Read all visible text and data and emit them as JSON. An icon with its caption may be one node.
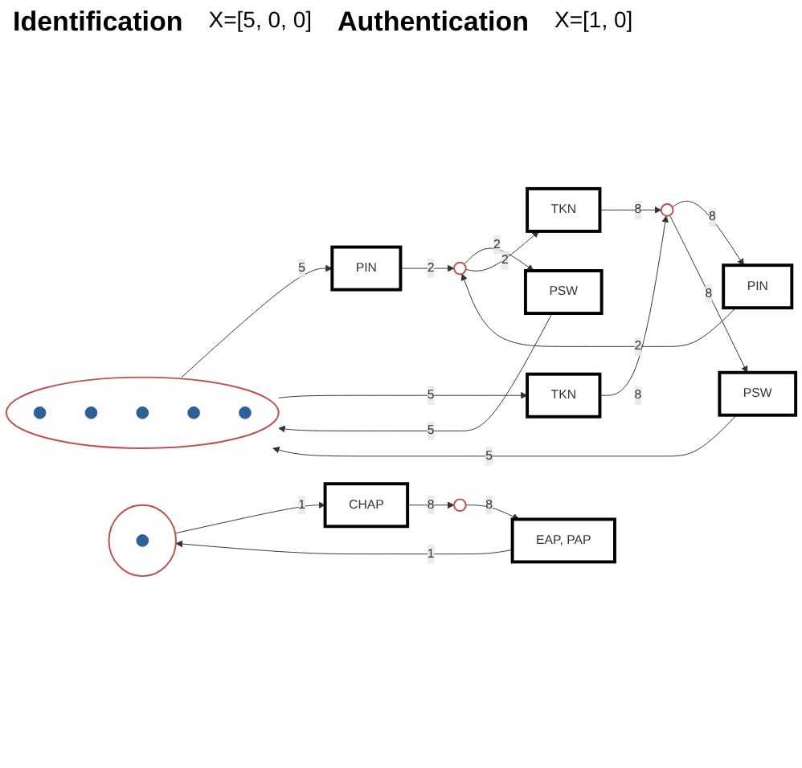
{
  "diagram": {
    "nodes": [
      {
        "text": [],
        "shape": "circle"
      },
      {
        "text": [],
        "shape": "circle",
        "in": 0
      },
      {
        "text": [],
        "shape": "circle",
        "in": 0
      },
      {
        "text": [],
        "shape": "circle",
        "in": 0
      },
      {
        "text": [],
        "shape": "circle",
        "in": 0
      },
      {
        "text": [],
        "shape": "circle",
        "in": 0
      },
      {
        "text": [
          "PSW"
        ]
      },
      {
        "text": [],
        "shape": "circle"
      },
      {
        "text": [
          "PIN"
        ]
      },
      {
        "text": [],
        "shape": "circle"
      },
      {
        "text": [
          "PIN"
        ]
      },
      {
        "text": [
          "TKN"
        ]
      },
      {
        "text": [
          "TKN"
        ]
      },
      {
        "text": [
          "PSW"
        ]
      },
      {
        "text": [],
        "shape": "circle"
      },
      {
        "text": [],
        "shape": "circle",
        "in": 14
      },
      {
        "text": [
          "EAP, PAP"
        ]
      },
      {
        "text": [],
        "shape": "circle"
      },
      {
        "text": [
          "CHAP"
        ]
      }
    ],
    "edges": [
      {
        "from": 7,
        "to": 6,
        "arrow": "to",
        "label": "2"
      },
      {
        "from": 6,
        "to": 0,
        "arrow": "to",
        "label": "5"
      },
      {
        "from": 9,
        "to": 8,
        "arrow": "to",
        "label": "8"
      },
      {
        "from": 8,
        "to": 7,
        "arrow": "to",
        "label": "2"
      },
      {
        "from": 0,
        "to": 10,
        "arrow": "to",
        "label": "5"
      },
      {
        "from": 10,
        "to": 7,
        "arrow": "to",
        "label": "2"
      },
      {
        "from": 7,
        "to": 11,
        "arrow": "to",
        "label": "2"
      },
      {
        "from": 11,
        "to": 9,
        "arrow": "to",
        "label": "8"
      },
      {
        "from": 0,
        "to": 12,
        "arrow": "to",
        "label": "5"
      },
      {
        "from": 12,
        "to": 9,
        "arrow": "to",
        "label": "8"
      },
      {
        "from": 9,
        "to": 13,
        "arrow": "to",
        "label": "8"
      },
      {
        "from": 13,
        "to": 0,
        "arrow": "to",
        "label": "5"
      },
      {
        "from": 17,
        "to": 16,
        "arrow": "to",
        "label": "8"
      },
      {
        "from": 16,
        "to": 14,
        "arrow": "to",
        "label": "1"
      },
      {
        "from": 14,
        "to": 18,
        "arrow": "to",
        "label": "1"
      },
      {
        "from": 18,
        "to": 17,
        "arrow": "to",
        "label": "8"
      }
    ],
    "labels": [
      "Identification",
      "X=[5, 0, 0]",
      "Authentication",
      "X=[1, 0]"
    ]
  }
}
